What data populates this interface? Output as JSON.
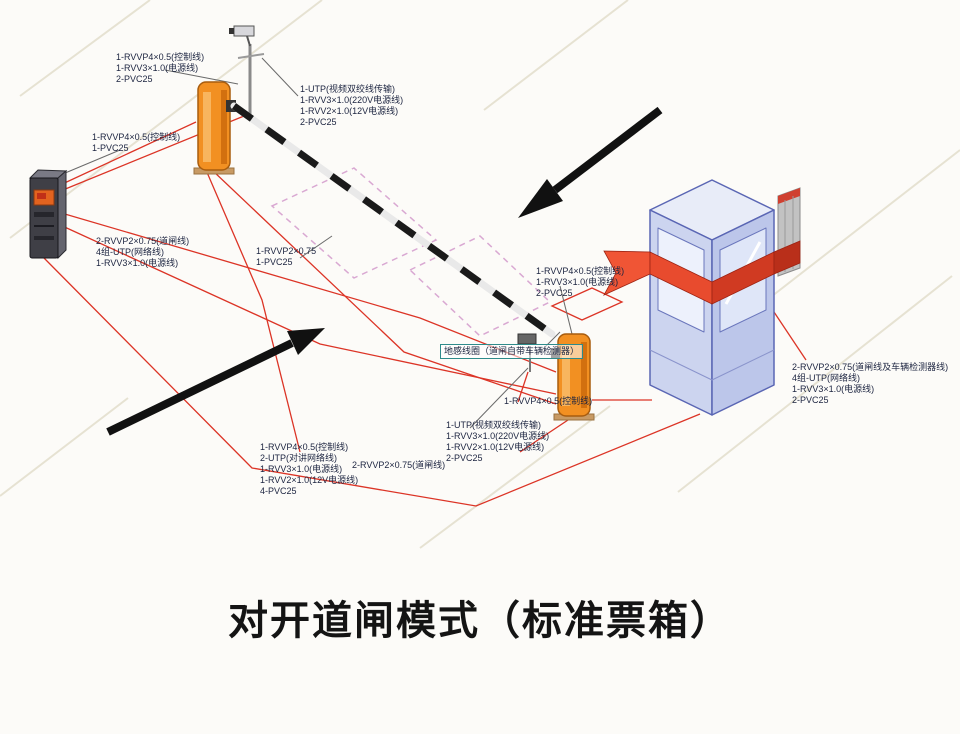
{
  "title": "对开道闸模式（标准票箱）",
  "groups": {
    "pole": {
      "lines": [
        "1-RVVP4×0.5(控制线)",
        "1-RVV3×1.0(电源线)",
        "2-PVC25"
      ]
    },
    "camera_top": {
      "lines": [
        "1-UTP(视频双绞线传输)",
        "1-RVV3×1.0(220V电源线)",
        "1-RVV2×1.0(12V电源线)",
        "2-PVC25"
      ]
    },
    "ticket_upper": {
      "lines": [
        "1-RVVP4×0.5(控制线)",
        "1-PVC25"
      ]
    },
    "ticket_lower": {
      "lines": [
        "2-RVVP2×0.75(道闸线)",
        "4组-UTP(网络线)",
        "1-RVV3×1.0(电源线)"
      ]
    },
    "arm_center": {
      "lines": [
        "1-RVVP2×0.75",
        "1-PVC25"
      ]
    },
    "barrier_right": {
      "lines": [
        "1-RVVP4×0.5(控制线)",
        "1-RVV3×1.0(电源线)",
        "2-PVC25"
      ]
    },
    "ground_loop": {
      "lines": [
        "地感线圈（道闸自带车辆检测器）"
      ]
    },
    "control_bottom": {
      "lines": [
        "1-RVVP4×0.5(控制线)"
      ]
    },
    "camera_bottom": {
      "lines": [
        "1-UTP(视频双绞线传输)",
        "1-RVV3×1.0(220V电源线)",
        "1-RVV2×1.0(12V电源线)",
        "2-PVC25"
      ]
    },
    "intercom_bottom": {
      "lines": [
        "1-RVVP4×0.5(控制线)",
        "2-UTP(对讲网络线)",
        "1-RVV3×1.0(电源线)",
        "1-RVV2×1.0(12V电源线)",
        "4-PVC25"
      ]
    },
    "barrier_line_bottom": {
      "lines": [
        "2-RVVP2×0.75(道闸线)"
      ]
    },
    "booth_right": {
      "lines": [
        "2-RVVP2×0.75(道闸线及车辆检测器线)",
        "4组-UTP(网络线)",
        "1-RVV3×1.0(电源线)",
        "2-PVC25"
      ]
    }
  },
  "colors": {
    "wiring": "#dc3426",
    "barrier_orange": "#f29022",
    "booth_blue": "#ccd4ef",
    "ribbon_red": "#e84b2e",
    "arrow_black": "#111111"
  }
}
